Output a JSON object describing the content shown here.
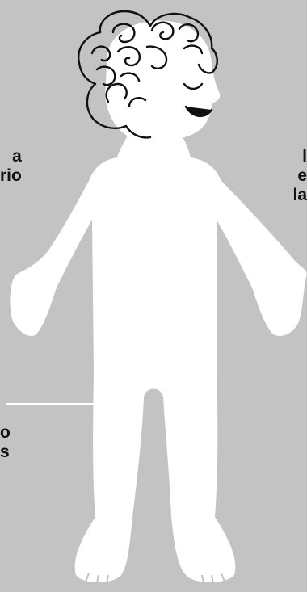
{
  "colors": {
    "background": "#c3c3c3",
    "figure_fill": "#ffffff",
    "outline": "#111111",
    "text": "#111111",
    "leader_line": "#ffffff"
  },
  "labels": {
    "left_top": [
      "a",
      "rio"
    ],
    "right_top": [
      "l",
      "e",
      "la"
    ],
    "left_bottom": [
      "o",
      "s"
    ]
  },
  "icons": {
    "figure": "child-body-outline-icon",
    "hair": "curly-hair-icon",
    "face": "smiling-face-icon"
  }
}
